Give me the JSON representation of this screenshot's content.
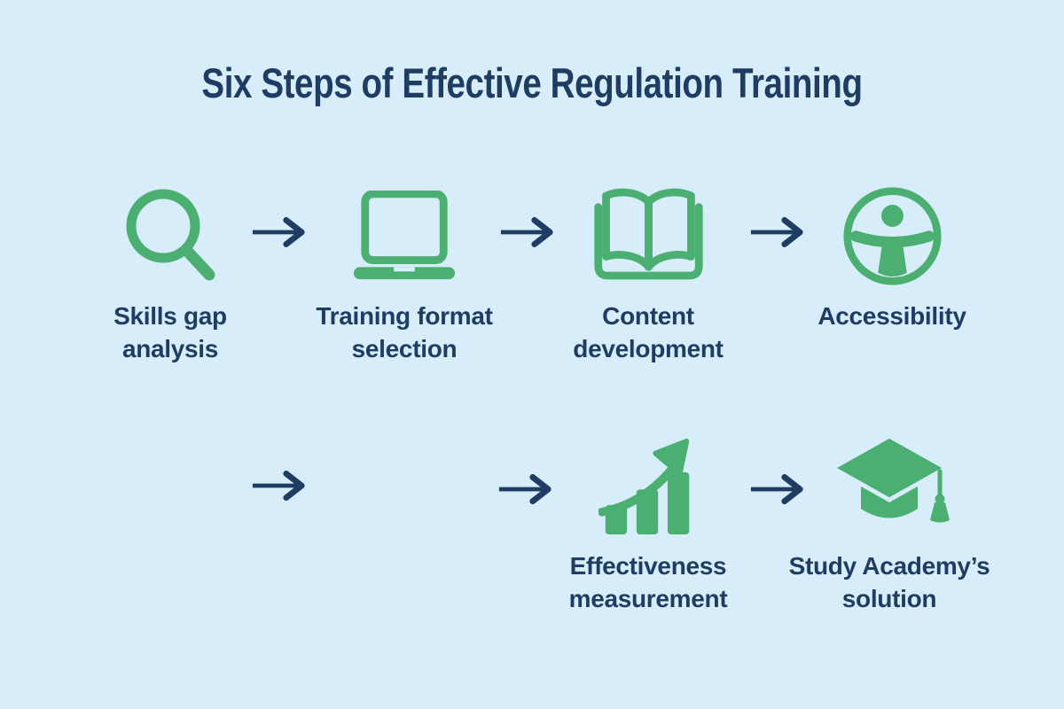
{
  "title": "Six Steps of Effective Regulation Training",
  "colors": {
    "background": "#D8EDFA",
    "icon_green": "#4CAF72",
    "text_navy": "#1F3D63",
    "arrow_navy": "#1F3D63"
  },
  "steps": [
    {
      "id": "skills-gap-analysis",
      "icon": "magnifier-icon",
      "label": "Skills gap\nanalysis"
    },
    {
      "id": "training-format-selection",
      "icon": "laptop-icon",
      "label": "Training format\nselection"
    },
    {
      "id": "content-development",
      "icon": "open-book-icon",
      "label": "Content\ndevelopment"
    },
    {
      "id": "accessibility",
      "icon": "accessibility-person-icon",
      "label": "Accessibility"
    },
    {
      "id": "effectiveness-measurement",
      "icon": "growth-chart-icon",
      "label": "Effectiveness\nmeasurement"
    },
    {
      "id": "study-academys-solution",
      "icon": "graduation-cap-icon",
      "label": "Study Academy’s\nsolution"
    }
  ],
  "arrow_count": 6
}
